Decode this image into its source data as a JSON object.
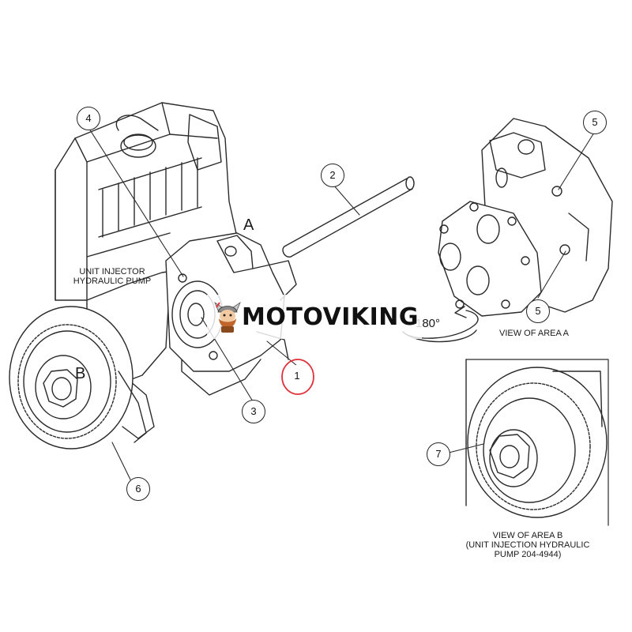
{
  "labels": {
    "main_pump": "UNIT INJECTOR\nHYDRAULIC PUMP",
    "view_a": "VIEW OF AREA  A",
    "view_b": "VIEW OF AREA B\n(UNIT INJECTION HYDRAULIC\nPUMP 204-4944)",
    "area_a": "A",
    "area_b": "B",
    "rotation": "180°"
  },
  "callouts": [
    "1",
    "2",
    "3",
    "4",
    "5",
    "5",
    "6",
    "7"
  ],
  "highlight_color": "#e0303a",
  "watermark": {
    "text": "MOTOVIKING",
    "logo": "viking-mascot"
  }
}
